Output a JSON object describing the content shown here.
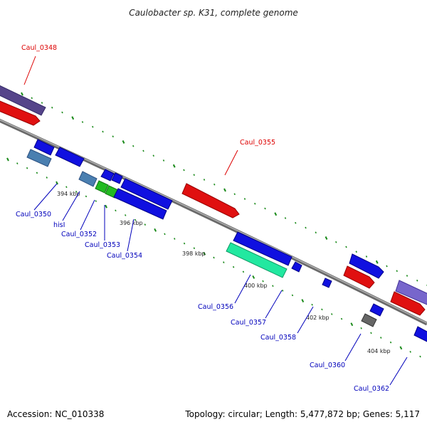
{
  "title": "Caulobacter sp. K31, complete genome",
  "footer": {
    "accession": "Accession: NC_010338",
    "topology": "Topology: circular; Length: 5,477,872 bp; Genes: 5,117"
  },
  "tick_labels": [
    "394 kbp",
    "396 kbp",
    "398 kbp",
    "400 kbp",
    "402 kbp",
    "404 kbp"
  ],
  "gene_labels": {
    "caul_0348": "Caul_0348",
    "caul_0355": "Caul_0355",
    "caul_0350": "Caul_0350",
    "hisI": "hisI",
    "caul_0352": "Caul_0352",
    "caul_0353": "Caul_0353",
    "caul_0354": "Caul_0354",
    "caul_0356": "Caul_0356",
    "caul_0357": "Caul_0357",
    "caul_0358": "Caul_0358",
    "caul_0360": "Caul_0360",
    "caul_0362": "Caul_0362"
  },
  "colors": {
    "forward_label": "#dd0000",
    "reverse_label": "#0000bb",
    "backbone": "#8a8a8a",
    "tick": "#1a8a1a",
    "cds_blue": "#1010e0",
    "cds_red": "#e01010",
    "cds_purple": "#55448a",
    "cds_steel": "#4a7fb0",
    "cds_green": "#22bb22",
    "cds_mint": "#22e8a0",
    "cds_grey": "#666666",
    "cds_lavender": "#7766cc"
  }
}
